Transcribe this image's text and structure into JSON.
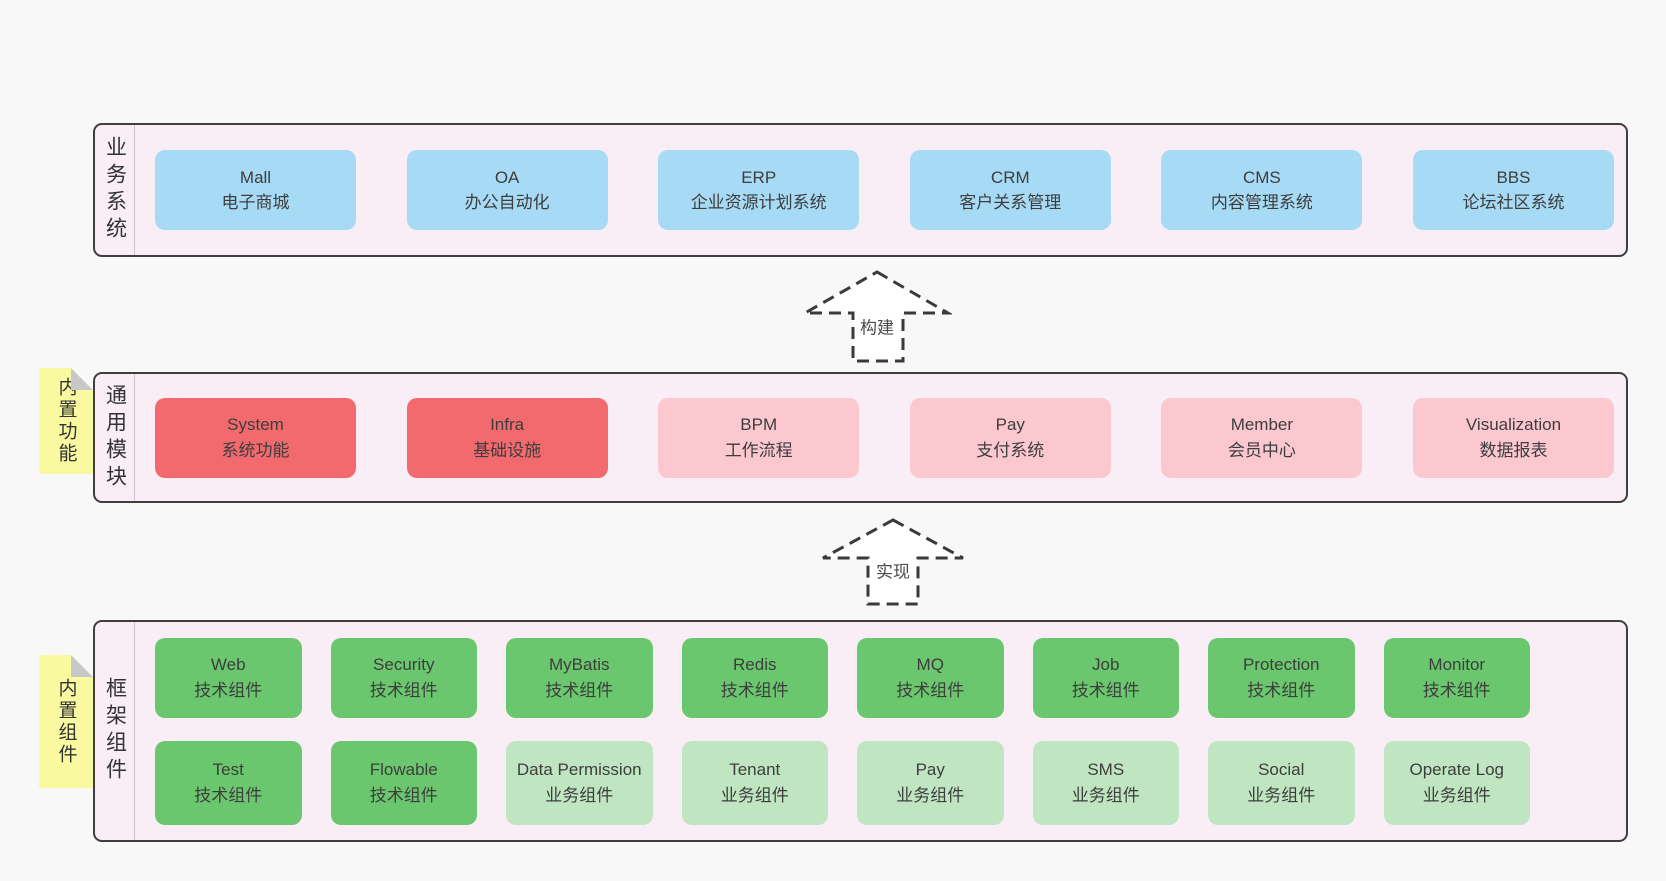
{
  "diagram": {
    "colors": {
      "page_bg": "#f8f8f8",
      "panel_bg": "#f9eef6",
      "panel_border": "#3f3f3f",
      "blue": "#a7daf5",
      "red": "#f26a6e",
      "pink": "#fbc8d0",
      "green": "#6bc76e",
      "light_green": "#c0e6c1",
      "sticky_yellow": "#f9f9a0"
    },
    "arrows": [
      {
        "label": "构建"
      },
      {
        "label": "实现"
      }
    ],
    "sections": [
      {
        "label": "业务系统",
        "items": [
          {
            "name": "Mall",
            "desc": "电子商城",
            "variant": "blue"
          },
          {
            "name": "OA",
            "desc": "办公自动化",
            "variant": "blue"
          },
          {
            "name": "ERP",
            "desc": "企业资源计划系统",
            "variant": "blue"
          },
          {
            "name": "CRM",
            "desc": "客户关系管理",
            "variant": "blue"
          },
          {
            "name": "CMS",
            "desc": "内容管理系统",
            "variant": "blue"
          },
          {
            "name": "BBS",
            "desc": "论坛社区系统",
            "variant": "blue"
          }
        ]
      },
      {
        "label": "通用模块",
        "sticky": "内置功能",
        "items": [
          {
            "name": "System",
            "desc": "系统功能",
            "variant": "red"
          },
          {
            "name": "Infra",
            "desc": "基础设施",
            "variant": "red"
          },
          {
            "name": "BPM",
            "desc": "工作流程",
            "variant": "pink"
          },
          {
            "name": "Pay",
            "desc": "支付系统",
            "variant": "pink"
          },
          {
            "name": "Member",
            "desc": "会员中心",
            "variant": "pink"
          },
          {
            "name": "Visualization",
            "desc": "数据报表",
            "variant": "pink"
          }
        ]
      },
      {
        "label": "框架组件",
        "sticky": "内置组件",
        "rows": [
          [
            {
              "name": "Web",
              "desc": "技术组件",
              "variant": "green"
            },
            {
              "name": "Security",
              "desc": "技术组件",
              "variant": "green"
            },
            {
              "name": "MyBatis",
              "desc": "技术组件",
              "variant": "green"
            },
            {
              "name": "Redis",
              "desc": "技术组件",
              "variant": "green"
            },
            {
              "name": "MQ",
              "desc": "技术组件",
              "variant": "green"
            },
            {
              "name": "Job",
              "desc": "技术组件",
              "variant": "green"
            },
            {
              "name": "Protection",
              "desc": "技术组件",
              "variant": "green"
            },
            {
              "name": "Monitor",
              "desc": "技术组件",
              "variant": "green"
            }
          ],
          [
            {
              "name": "Test",
              "desc": "技术组件",
              "variant": "green"
            },
            {
              "name": "Flowable",
              "desc": "技术组件",
              "variant": "green"
            },
            {
              "name": "Data Permission",
              "desc": "业务组件",
              "variant": "lightgreen"
            },
            {
              "name": "Tenant",
              "desc": "业务组件",
              "variant": "lightgreen"
            },
            {
              "name": "Pay",
              "desc": "业务组件",
              "variant": "lightgreen"
            },
            {
              "name": "SMS",
              "desc": "业务组件",
              "variant": "lightgreen"
            },
            {
              "name": "Social",
              "desc": "业务组件",
              "variant": "lightgreen"
            },
            {
              "name": "Operate Log",
              "desc": "业务组件",
              "variant": "lightgreen"
            }
          ]
        ]
      }
    ]
  }
}
